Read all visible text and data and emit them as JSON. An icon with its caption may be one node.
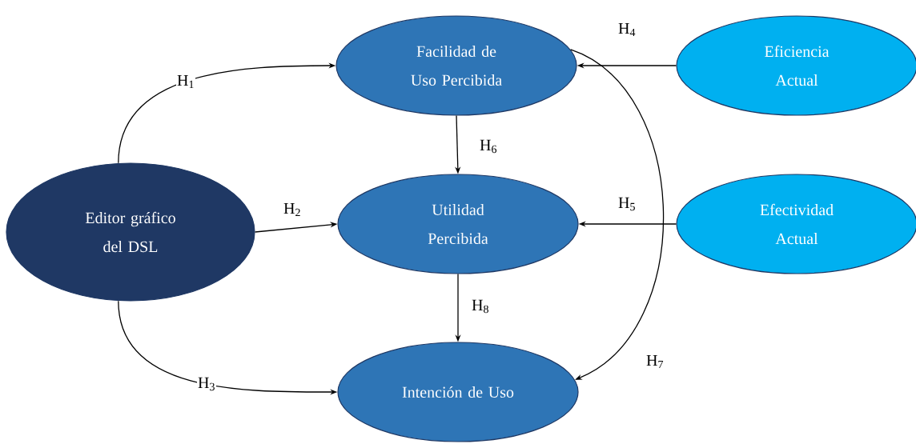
{
  "diagram": {
    "nodes": [
      {
        "text": [
          "Facilidad de Uso Percibida"
        ]
      },
      {
        "text": [
          "Eficiencia Actual"
        ]
      },
      {
        "text": [
          "Editor gráfico del DSL"
        ]
      },
      {
        "text": [
          "Utilidad Percibida"
        ]
      },
      {
        "text": [
          "Efectividad Actual"
        ]
      },
      {
        "text": [
          "Intención de Uso"
        ]
      }
    ],
    "edges": [
      {
        "from": 2,
        "to": 0,
        "arrow": "to",
        "label": "H$_{1}$"
      },
      {
        "from": 2,
        "to": 3,
        "arrow": "to",
        "label": "H$_{2}$"
      },
      {
        "from": 2,
        "to": 5,
        "arrow": "to",
        "label": "H$_{3}$"
      },
      {
        "from": 1,
        "to": 0,
        "arrow": "to",
        "label": "H$_{4}$"
      },
      {
        "from": 4,
        "to": 3,
        "arrow": "to",
        "label": "H$_{5}$"
      },
      {
        "from": 0,
        "to": 3,
        "arrow": "to",
        "label": "H$_{6}$"
      },
      {
        "from": 0,
        "to": 5,
        "arrow": "to",
        "label": "H$_{7}$"
      },
      {
        "from": 3,
        "to": 5,
        "arrow": "to",
        "label": "H$_{8}$"
      }
    ]
  }
}
